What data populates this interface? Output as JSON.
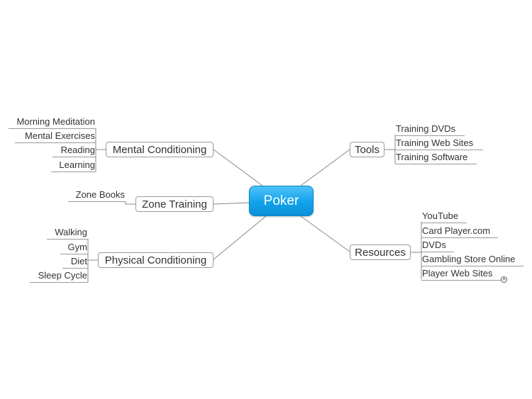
{
  "mindmap": {
    "central": "Poker",
    "branches": {
      "mental_conditioning": {
        "label": "Mental Conditioning",
        "children": [
          "Morning Meditation",
          "Mental Exercises",
          "Reading",
          "Learning"
        ]
      },
      "zone_training": {
        "label": "Zone Training",
        "children": [
          "Zone Books"
        ]
      },
      "physical_conditioning": {
        "label": "Physical Conditioning",
        "children": [
          "Walking",
          "Gym",
          "Diet",
          "Sleep Cycle"
        ]
      },
      "tools": {
        "label": "Tools",
        "children": [
          "Training DVDs",
          "Training Web Sites",
          "Training Software"
        ]
      },
      "resources": {
        "label": "Resources",
        "children": [
          "YouTube",
          "Card Player.com",
          "DVDs",
          "Gambling Store Online",
          "Player Web Sites"
        ]
      }
    },
    "expand_icon": "plus-circle-icon"
  }
}
